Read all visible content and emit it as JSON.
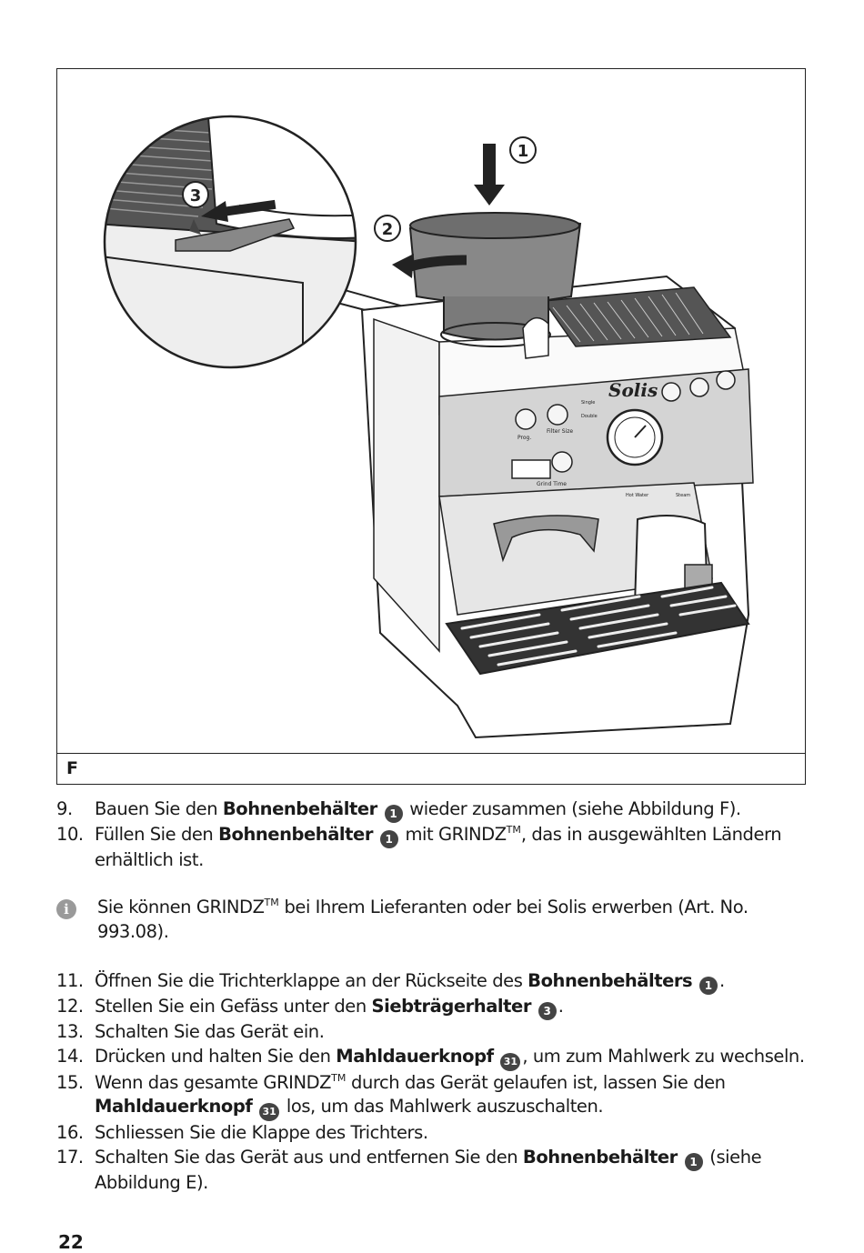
{
  "figure": {
    "label": "F",
    "arrow_numbers": [
      "1",
      "2",
      "3"
    ],
    "machine": {
      "brand": "Solis",
      "button_labels": [
        "Prog.",
        "Filter Size",
        "Grind Time"
      ],
      "indicator_labels": [
        "Single",
        "Double"
      ],
      "dial_labels": [
        "Hot Water",
        "Steam"
      ]
    }
  },
  "steps_a": [
    {
      "num": "9.",
      "pre": "Bauen Sie den ",
      "bold": "Bohnenbehälter",
      "badge": "1",
      "post": " wieder zusammen (siehe Abbildung F)."
    },
    {
      "num": "10.",
      "pre": "Füllen Sie den ",
      "bold": "Bohnenbehälter",
      "badge": "1",
      "mid": " mit GRINDZ",
      "sup": "TM",
      "post": ", das in ausgewählten Ländern erhältlich ist."
    }
  ],
  "note": {
    "icon": "i",
    "pre": "Sie können GRINDZ",
    "sup": "TM",
    "post": " bei Ihrem Lieferanten oder bei Solis erwerben (Art. No. 993.08)."
  },
  "steps_b": [
    {
      "num": "11.",
      "pre": "Öffnen Sie die Trichterklappe an der Rückseite des ",
      "bold": "Bohnenbehälters",
      "badge": "1",
      "post": "."
    },
    {
      "num": "12.",
      "pre": "Stellen Sie ein Gefäss unter den ",
      "bold": "Siebträgerhalter",
      "badge": "3",
      "post": "."
    },
    {
      "num": "13.",
      "text": "Schalten Sie das Gerät ein."
    },
    {
      "num": "14.",
      "pre": "Drücken und halten Sie den ",
      "bold": "Mahldauerknopf",
      "badge": "31",
      "post": ", um zum Mahlwerk zu wechseln."
    },
    {
      "num": "15.",
      "pre": "Wenn das gesamte GRINDZ",
      "sup": "TM",
      "mid": " durch das Gerät gelaufen ist, lassen Sie den ",
      "bold": "Mahldauerknopf",
      "badge": "31",
      "post": " los, um das Mahlwerk auszuschalten."
    },
    {
      "num": "16.",
      "text": "Schliessen Sie die Klappe des Trichters."
    },
    {
      "num": "17.",
      "pre": "Schalten Sie das Gerät aus und entfernen Sie den ",
      "bold": "Bohnenbehälter",
      "badge": "1",
      "post": " (siehe Abbildung E)."
    }
  ],
  "page_number": "22"
}
